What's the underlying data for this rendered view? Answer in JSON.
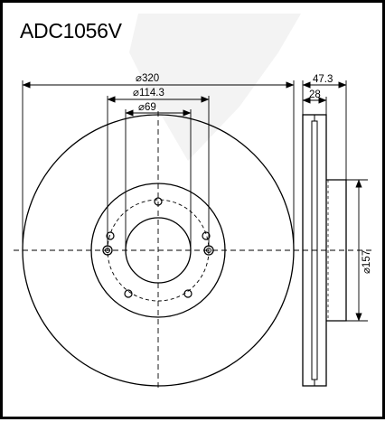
{
  "title": "ADC1056V",
  "dimensions": {
    "outer_diameter": "320",
    "bolt_circle_diameter": "114.3",
    "center_bore_diameter": "69",
    "total_height": "47.3",
    "disc_thickness": "28",
    "hat_diameter": "157"
  },
  "symbols": {
    "diameter": "⌀"
  },
  "colors": {
    "line": "#000000",
    "watermark": "#f1f1f1",
    "background": "#ffffff"
  }
}
